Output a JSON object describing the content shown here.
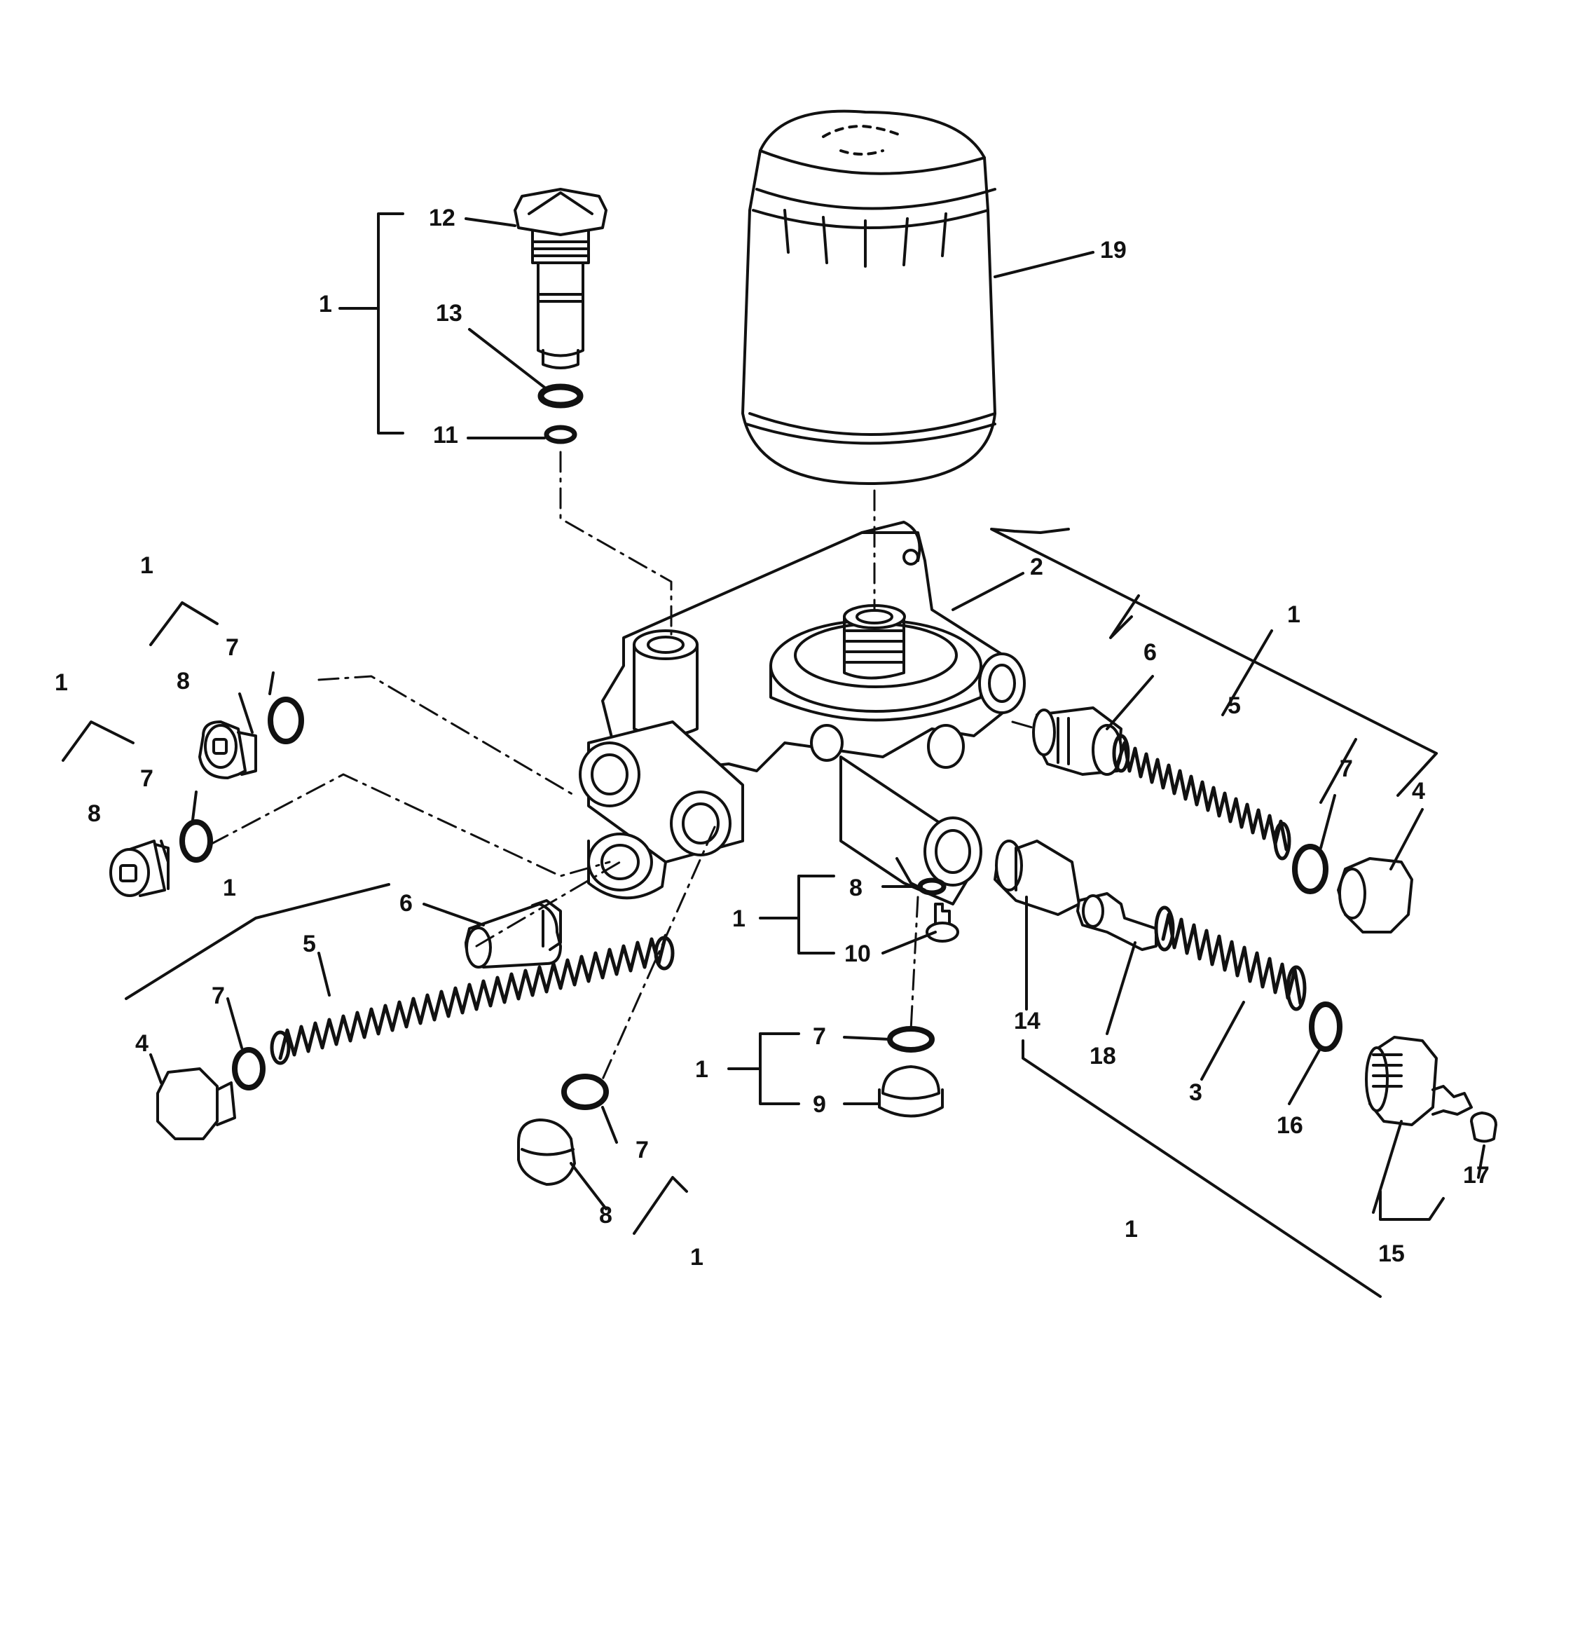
{
  "colors": {
    "line": "#111111",
    "background": "#ffffff"
  },
  "labels": {
    "l1_top": "1",
    "l12": "12",
    "l13": "13",
    "l11": "11",
    "l19": "19",
    "l2": "2",
    "l1_left_upper": "1",
    "l7_left_upper": "7",
    "l8_left_upper": "8",
    "l1_left_mid": "1",
    "l7_left_mid": "7",
    "l8_left_mid": "8",
    "l1_left_low": "1",
    "l6_left": "6",
    "l5_left": "5",
    "l7_left_low": "7",
    "l4_left": "4",
    "l1_right_upper": "1",
    "l6_right": "6",
    "l5_right": "5",
    "l7_right": "7",
    "l4_right": "4",
    "l8_center": "8",
    "l1_center": "1",
    "l10": "10",
    "l7_center": "7",
    "l1_center_low": "1",
    "l9": "9",
    "l7_bottom": "7",
    "l8_bottom": "8",
    "l1_bottom": "1",
    "l14": "14",
    "l18": "18",
    "l3": "3",
    "l16": "16",
    "l1_right_low": "1",
    "l17": "17",
    "l15": "15"
  }
}
